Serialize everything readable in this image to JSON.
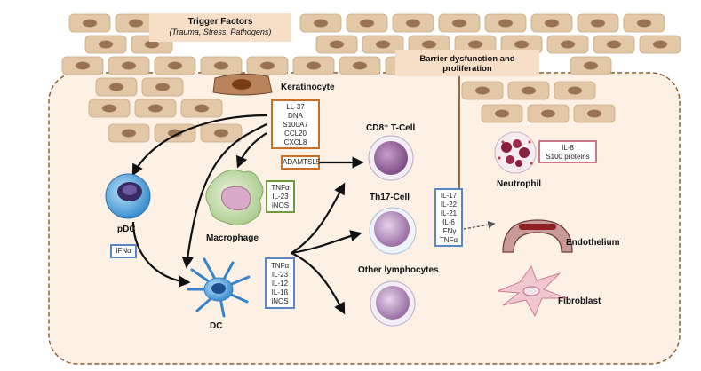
{
  "trigger": {
    "title": "Trigger Factors",
    "subtitle": "(Trauma, Stress, Pathogens)"
  },
  "barrier": {
    "line1": "Barrier dysfunction and",
    "line2": "proliferation"
  },
  "cells": {
    "keratinocyte": "Keratinocyte",
    "cd8": "CD8⁺ T-Cell",
    "th17": "Th17-Cell",
    "other": "Other lymphocytes",
    "neutrophil": "Neutrophil",
    "endothelium": "Endothelium",
    "fibroblast": "Fibroblast",
    "pdc": "pDC",
    "macrophage": "Macrophage",
    "dc": "DC"
  },
  "keratinocyte_factors": [
    "LL-37",
    "DNA",
    "S100A7",
    "CCL20",
    "CXCL8"
  ],
  "adamtsl5": "ADAMTSL5",
  "macrophage_factors": [
    "TNFα",
    "IL-23",
    "iNOS"
  ],
  "ifna": "IFNα",
  "dc_factors": [
    "TNFα",
    "IL-23",
    "IL-12",
    "IL-1ß",
    "iNOS"
  ],
  "lymph_factors": [
    "IL-17",
    "IL-22",
    "IL-21",
    "IL-6",
    "IFNγ",
    "TNFα"
  ],
  "neutrophil_factors": [
    "IL-8",
    "S100 proteins"
  ],
  "colors": {
    "tissue_fill": "#fdf1e6",
    "tissue_border": "#8a5a2b",
    "keratinocyte_fill": "#e3c8a8",
    "keratinocyte_nucleus": "#9a7352",
    "orange_box": "#c8702a",
    "green_box": "#6f9a3e",
    "blue_box": "#5a86c4",
    "pink_box": "#c97a8a"
  }
}
